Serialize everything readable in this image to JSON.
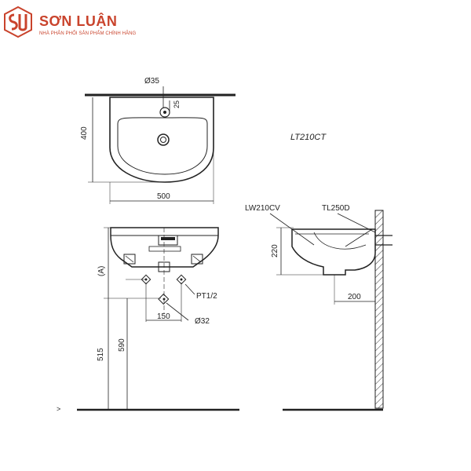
{
  "brand": {
    "name": "SƠN LUẬN",
    "tagline": "NHÀ PHÂN PHỐI SẢN PHẨM CHÍNH HÃNG",
    "color": "#c9432c"
  },
  "drawing": {
    "model": "LT210CT",
    "top_view": {
      "dia_faucet": "Ø35",
      "dim_25": "25",
      "height": "400",
      "width": "500"
    },
    "front_view": {
      "label_a": "(A)",
      "pt": "PT1/2",
      "spacing": "150",
      "drain_dia": "Ø32",
      "h_515": "515",
      "h_590": "590"
    },
    "side_view": {
      "basin_code": "LW210CV",
      "trap_code": "TL250D",
      "depth": "220",
      "projection": "200"
    },
    "line_color": "#222222"
  }
}
